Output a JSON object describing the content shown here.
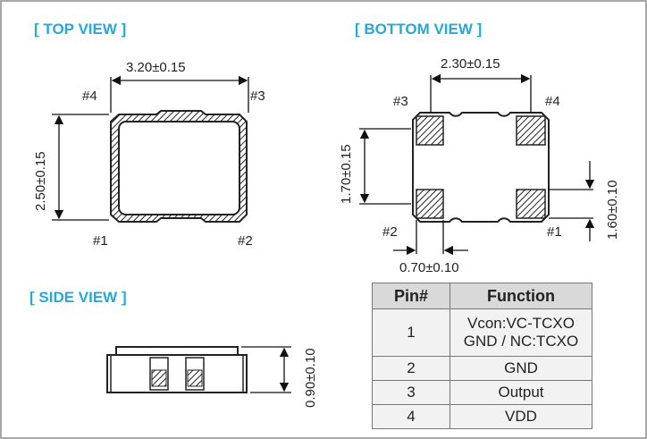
{
  "titles": {
    "top_view": "[ TOP VIEW ]",
    "bottom_view": "[ BOTTOM  VIEW ]",
    "side_view": "[ SIDE VIEW ]"
  },
  "top_view": {
    "width_dim": "3.20±0.15",
    "height_dim": "2.50±0.15",
    "pins": {
      "p1": "#1",
      "p2": "#2",
      "p3": "#3",
      "p4": "#4"
    }
  },
  "bottom_view": {
    "pad_spacing_x": "2.30±0.15",
    "pad_spacing_y": "1.70±0.15",
    "pad_width": "0.70±0.10",
    "pad_height": "1.60±0.10",
    "pins": {
      "p1": "#1",
      "p2": "#2",
      "p3": "#3",
      "p4": "#4"
    }
  },
  "side_view": {
    "height_dim": "0.90±0.10"
  },
  "pin_table": {
    "headers": [
      "Pin#",
      "Function"
    ],
    "rows": [
      {
        "pin": "1",
        "function_line1": "Vcon:VC-TCXO",
        "function_line2": "GND / NC:TCXO"
      },
      {
        "pin": "2",
        "function_line1": "GND"
      },
      {
        "pin": "3",
        "function_line1": "Output"
      },
      {
        "pin": "4",
        "function_line1": "VDD"
      }
    ]
  },
  "colors": {
    "title": "#29a8d8",
    "frame": "#8c8c8c"
  }
}
